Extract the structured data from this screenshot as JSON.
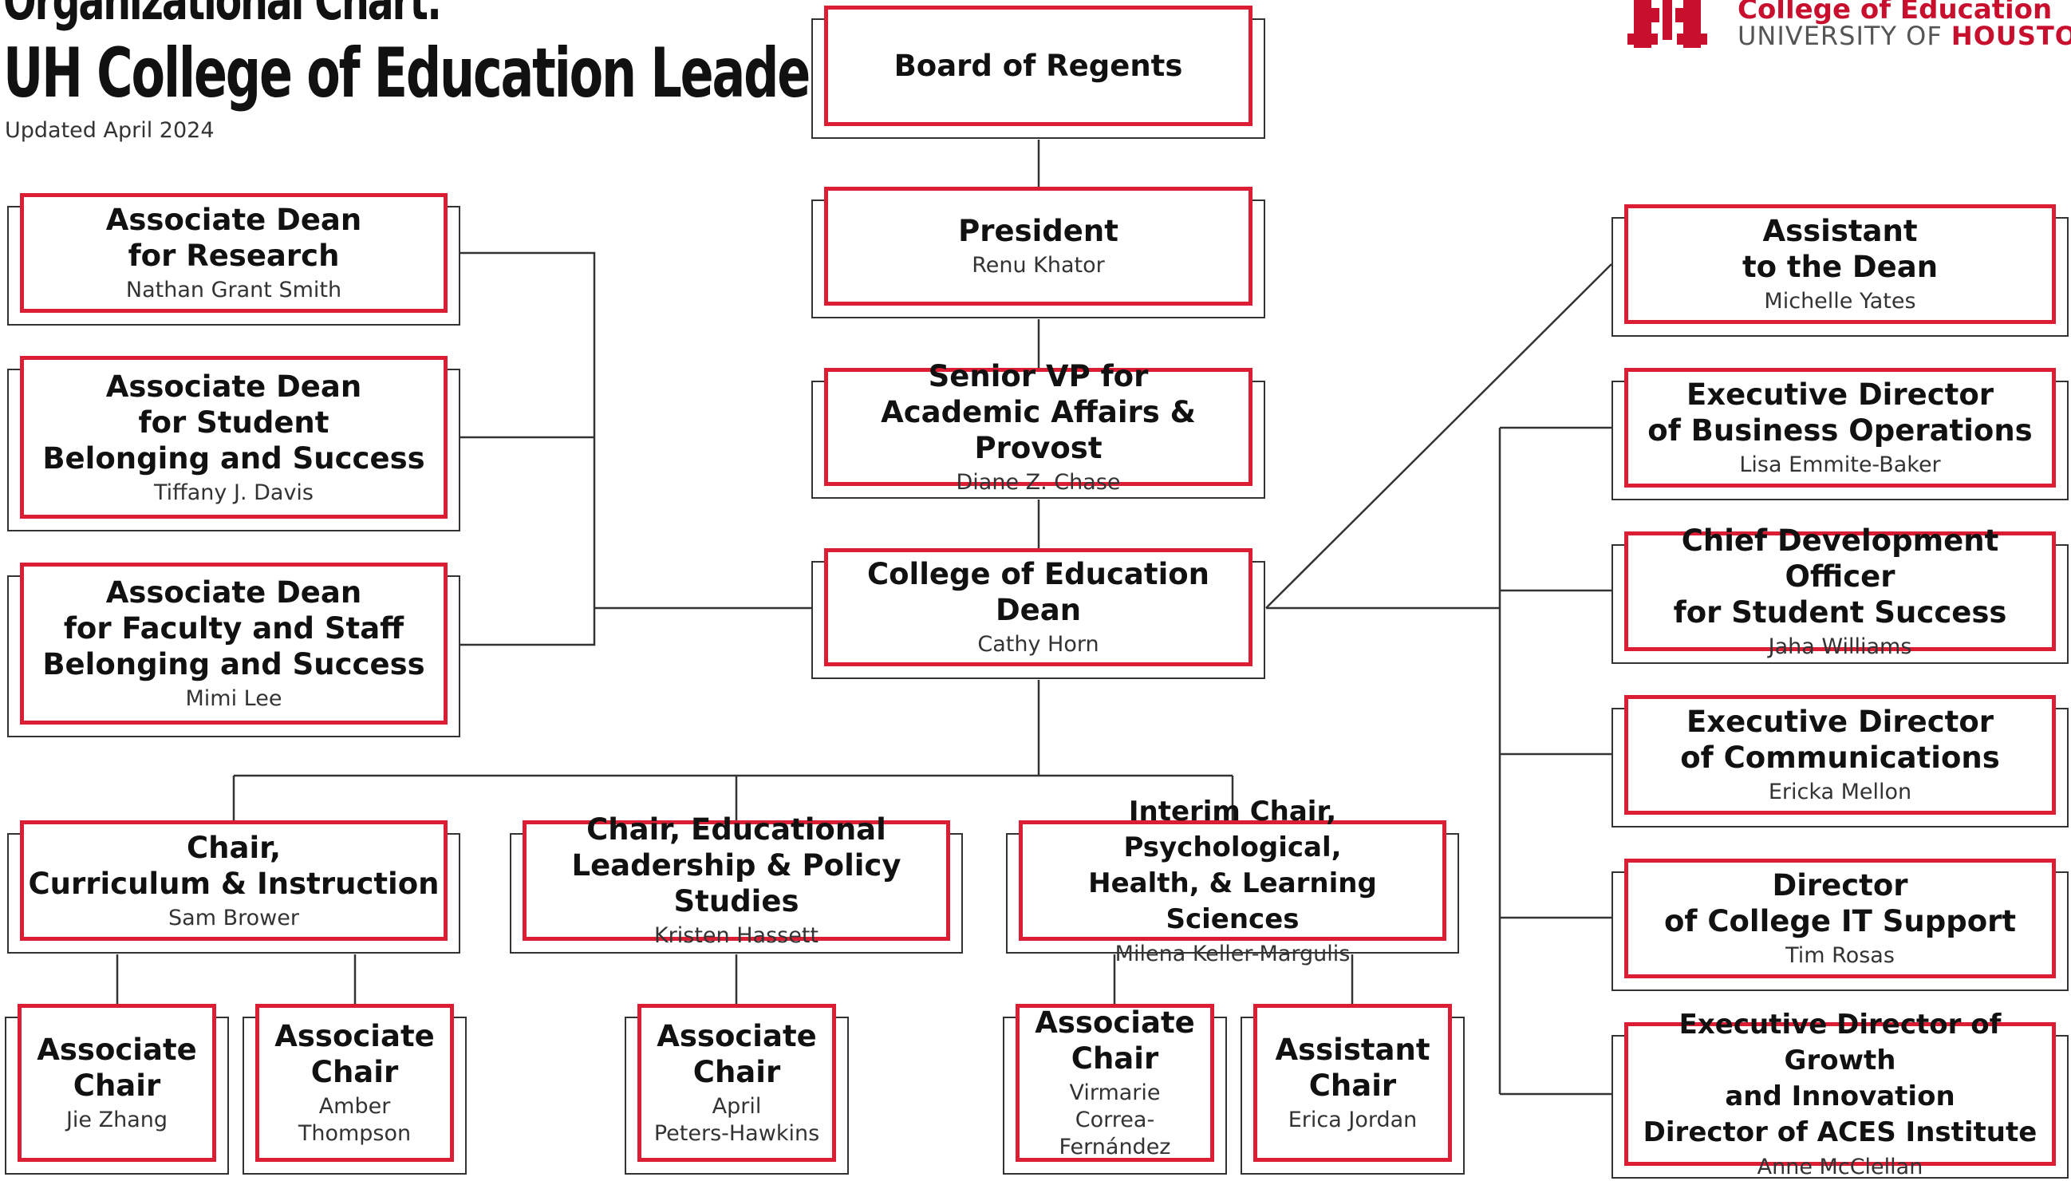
{
  "header": {
    "title_line1": "Organizational Chart:",
    "title_line2": "UH College of Education Leadership",
    "updated": "Updated April 2024"
  },
  "logo": {
    "icon": "uh-logo-icon",
    "college": "College of Education",
    "university_prefix": "UNIVERSITY OF ",
    "university_name": "HOUSTON",
    "brand_color": "#c8102e"
  },
  "colors": {
    "box_border": "#dc1e35",
    "line": "#333333"
  },
  "chain": [
    {
      "title": "Board of Regents",
      "name": ""
    },
    {
      "title": "President",
      "name": "Renu Khator"
    },
    {
      "title": "Senior VP for\nAcademic Affairs & Provost",
      "name": "Diane Z. Chase"
    },
    {
      "title": "College of Education Dean",
      "name": "Cathy Horn"
    }
  ],
  "associate_deans": [
    {
      "title": "Associate Dean\nfor Research",
      "name": "Nathan Grant Smith"
    },
    {
      "title": "Associate Dean\nfor Student\nBelonging and Success",
      "name": "Tiffany J. Davis"
    },
    {
      "title": "Associate Dean\nfor Faculty and Staff\nBelonging and Success",
      "name": "Mimi Lee"
    }
  ],
  "staff": [
    {
      "title": "Assistant\nto the Dean",
      "name": "Michelle Yates"
    },
    {
      "title": "Executive Director\nof Business Operations",
      "name": "Lisa Emmite-Baker"
    },
    {
      "title": "Chief Development Officer\nfor Student Success",
      "name": "Jaha Williams"
    },
    {
      "title": "Executive Director\nof Communications",
      "name": "Ericka Mellon"
    },
    {
      "title": "Director\nof College IT Support",
      "name": "Tim Rosas"
    },
    {
      "title": "Executive Director of Growth\nand Innovation\nDirector of ACES Institute",
      "name": "Anne McClellan"
    }
  ],
  "chairs": [
    {
      "title": "Chair,\nCurriculum & Instruction",
      "name": "Sam Brower"
    },
    {
      "title": "Chair, Educational\nLeadership & Policy Studies",
      "name": "Kristen Hassett"
    },
    {
      "title": "Interim Chair, Psychological,\nHealth, & Learning Sciences",
      "name": "Milena Keller-Margulis"
    }
  ],
  "sub_chairs": [
    {
      "title": "Associate\nChair",
      "name": "Jie Zhang"
    },
    {
      "title": "Associate\nChair",
      "name": "Amber Thompson"
    },
    {
      "title": "Associate\nChair",
      "name": "April\nPeters-Hawkins"
    },
    {
      "title": "Associate\nChair",
      "name": "Virmarie\nCorrea-Fernández"
    },
    {
      "title": "Assistant\nChair",
      "name": "Erica Jordan"
    }
  ]
}
